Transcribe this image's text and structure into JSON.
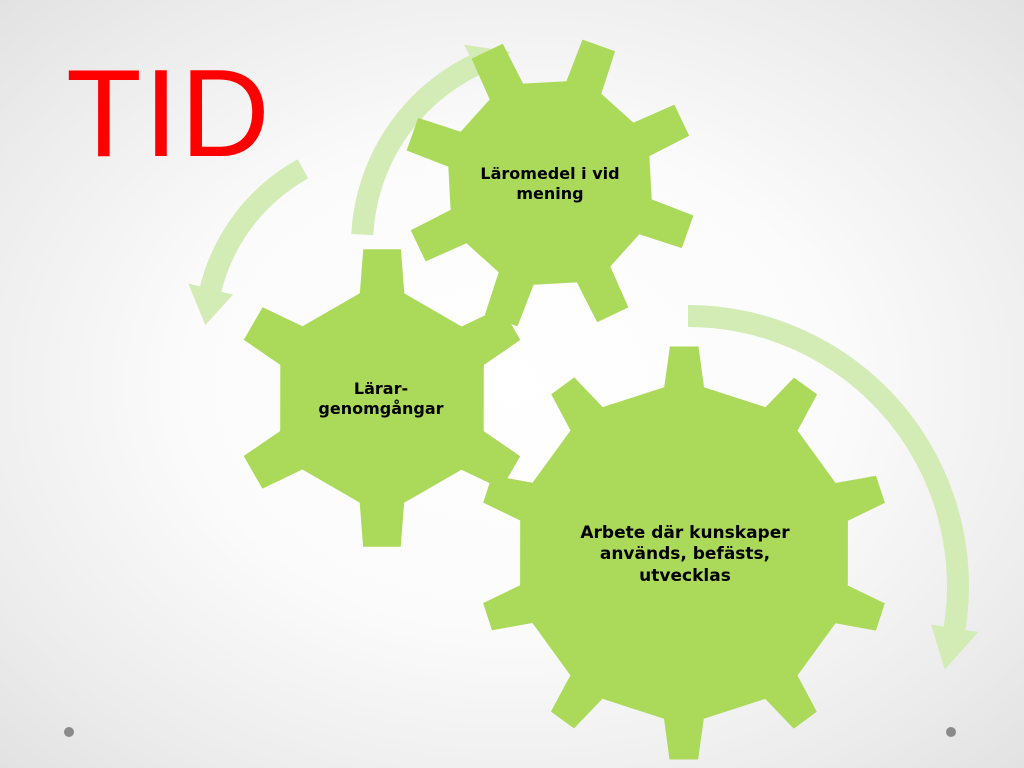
{
  "slide": {
    "title": "TID",
    "title_color": "#ff0000"
  },
  "diagram": {
    "type": "interlocking-gears",
    "gear_color": "#abd95a",
    "arrow_color": "#d3ebb4",
    "gears": [
      {
        "label": "Läromedel i vid mening"
      },
      {
        "label": "Lärar-genomgångar"
      },
      {
        "label": "Arbete där kunskaper används, befästs, utvecklas"
      }
    ],
    "cycle_arrows": 3
  }
}
